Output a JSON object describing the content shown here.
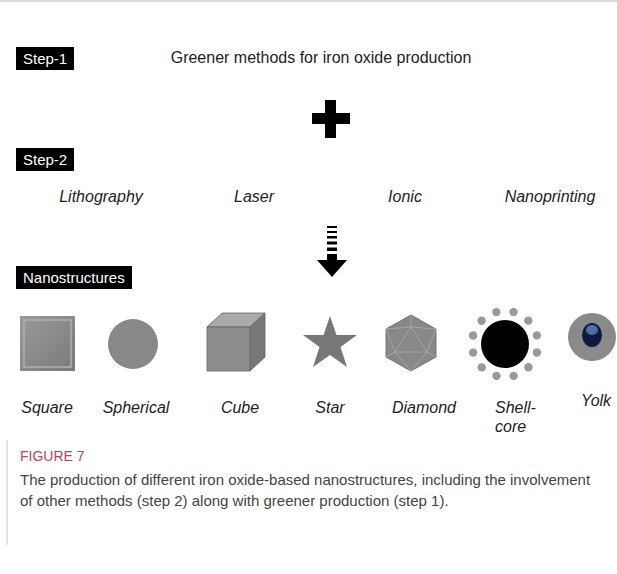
{
  "diagram": {
    "caption": "The production of different iron oxide-based nanostructures, including the involvement of other methods (step 2) along with greener production (step 1).",
    "nodes": [
      {
        "text": [
          "Step-1"
        ]
      },
      {
        "text": [
          "Step-2"
        ]
      },
      {
        "text": [
          "Nanostructures"
        ]
      }
    ],
    "labels": [
      "Greener methods for iron oxide production",
      "Lithography",
      "Laser",
      "Ionic",
      "Nanoprinting",
      "Square",
      "Spherical",
      "Cube",
      "Star",
      "Diamond",
      "Shell- core",
      "Yolk",
      "FIGURE 7"
    ]
  }
}
